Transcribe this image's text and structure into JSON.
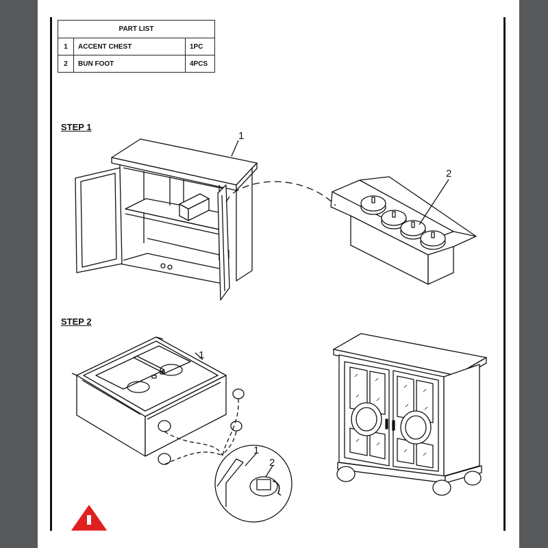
{
  "part_list": {
    "title": "PART LIST",
    "rows": [
      {
        "num": "1",
        "name": "ACCENT CHEST",
        "qty": "1PC"
      },
      {
        "num": "2",
        "name": "BUN FOOT",
        "qty": "4PCS"
      }
    ]
  },
  "steps": [
    {
      "label": "STEP 1"
    },
    {
      "label": "STEP 2"
    }
  ],
  "callouts": {
    "chest": "1",
    "foot": "2"
  },
  "colors": {
    "side_bar": "#58595b",
    "warning": "#e02020",
    "line": "#111111"
  }
}
